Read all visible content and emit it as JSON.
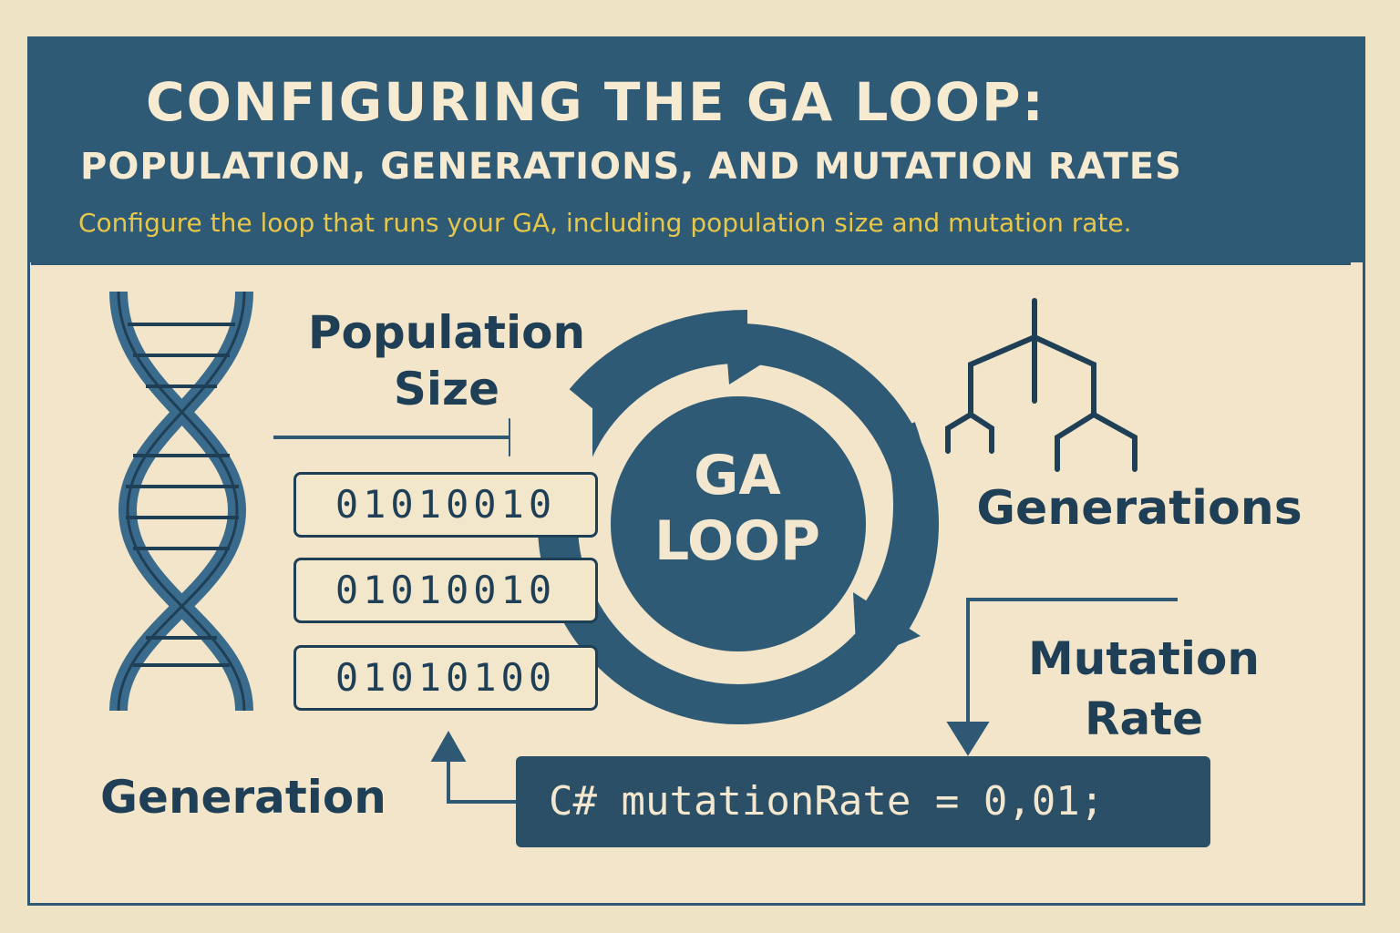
{
  "header": {
    "title": "CONFIGURING THE GA LOOP:",
    "subtitle_main": "POPULATION, GENERATIONS, AND MUTATION RATES",
    "description": "Configure the loop that runs your GA, including population size and mutation rate."
  },
  "labels": {
    "population": "Population Size",
    "population_l1": "Population",
    "population_l2": "Size",
    "generations": "Generations",
    "mutation_l1": "Mutation",
    "mutation_l2": "Rate",
    "generation_left": "Generation",
    "loop_l1": "GA",
    "loop_l2": "LOOP"
  },
  "chromosomes": [
    "01010010",
    "01010010",
    "01010100"
  ],
  "code": "C# mutationRate = 0,01;",
  "colors": {
    "background": "#efe3c6",
    "header": "#2f5a75",
    "accent_text": "#e7c74a",
    "ink": "#1f3f57"
  },
  "icons": [
    "dna-icon",
    "cycle-arrows-icon",
    "tree-icon",
    "arrow-icon"
  ]
}
